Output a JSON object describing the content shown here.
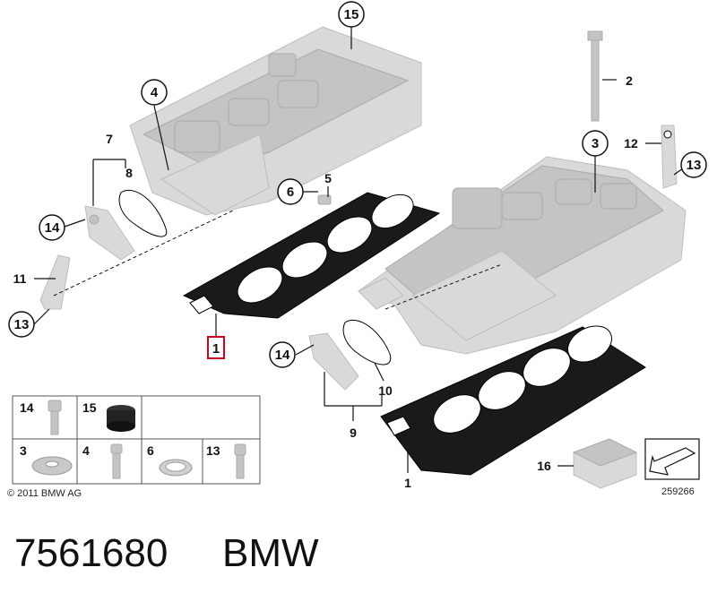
{
  "callouts": {
    "c15_top": "15",
    "c4": "4",
    "c7": "7",
    "c8": "8",
    "c5": "5",
    "c6": "6",
    "c2": "2",
    "c3": "3",
    "c12": "12",
    "c13_right": "13",
    "c14_left": "14",
    "c11": "11",
    "c13_left": "13",
    "c1_highlight": "1",
    "c14_mid": "14",
    "c10": "10",
    "c9": "9",
    "c1_bottom": "1",
    "c16": "16"
  },
  "legend": {
    "items": [
      "14",
      "15",
      "3",
      "4",
      "6",
      "13"
    ]
  },
  "copyright": "© 2011 BMW AG",
  "diagram_number": "259266",
  "caption": {
    "part_number": "7561680",
    "brand": "BMW"
  },
  "colors": {
    "highlight": "#d0021b",
    "part_gray": "#d9d9d9"
  }
}
